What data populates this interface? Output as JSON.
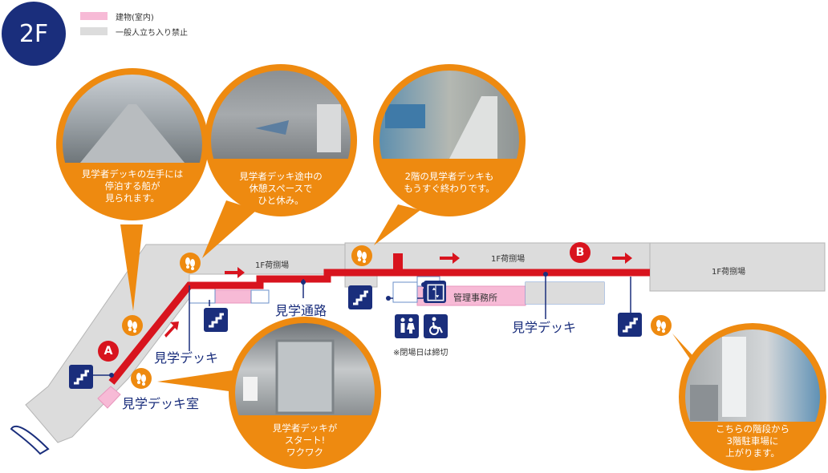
{
  "floor": {
    "label": "2F"
  },
  "legend": [
    {
      "label": "建物(室内)",
      "color": "#f7bad6"
    },
    {
      "label": "一般人立ち入り禁止",
      "color": "#dcdcdc"
    }
  ],
  "colors": {
    "accent": "#ee8a10",
    "navy": "#1a2e7c",
    "route": "#d8141e",
    "indoor": "#f7bad6",
    "restricted": "#dcdcdc"
  },
  "bubbles": {
    "left_deck": {
      "lines": [
        "見学者デッキの左手には",
        "停泊する船が",
        "見られます。"
      ]
    },
    "rest_space": {
      "lines": [
        "見学者デッキ途中の",
        "休憩スペースで",
        "ひと休み。"
      ]
    },
    "end_deck": {
      "lines": [
        "2階の見学者デッキも",
        "もうすぐ終わりです。"
      ]
    },
    "start": {
      "lines": [
        "見学者デッキが",
        "スタート!",
        "ワクワク"
      ]
    },
    "stairs_parking": {
      "lines": [
        "こちらの階段から",
        "3階駐車場に",
        "上がります。"
      ]
    }
  },
  "areas": {
    "cargo_1": "1F荷捌場",
    "cargo_2": "1F荷捌場",
    "cargo_3": "1F荷捌場",
    "office": "管理事務所"
  },
  "labels": {
    "passage": "見学通路",
    "deck_left": "見学デッキ",
    "deck_right": "見学デッキ",
    "deck_room": "見学デッキ室",
    "closed_note": "※閉場日は締切"
  },
  "markers": {
    "a": "A",
    "b": "B"
  },
  "icons": [
    "stairs-icon",
    "elevator-icon",
    "restroom-icon",
    "wheelchair-icon",
    "footprints-icon",
    "arrow-right-icon"
  ]
}
